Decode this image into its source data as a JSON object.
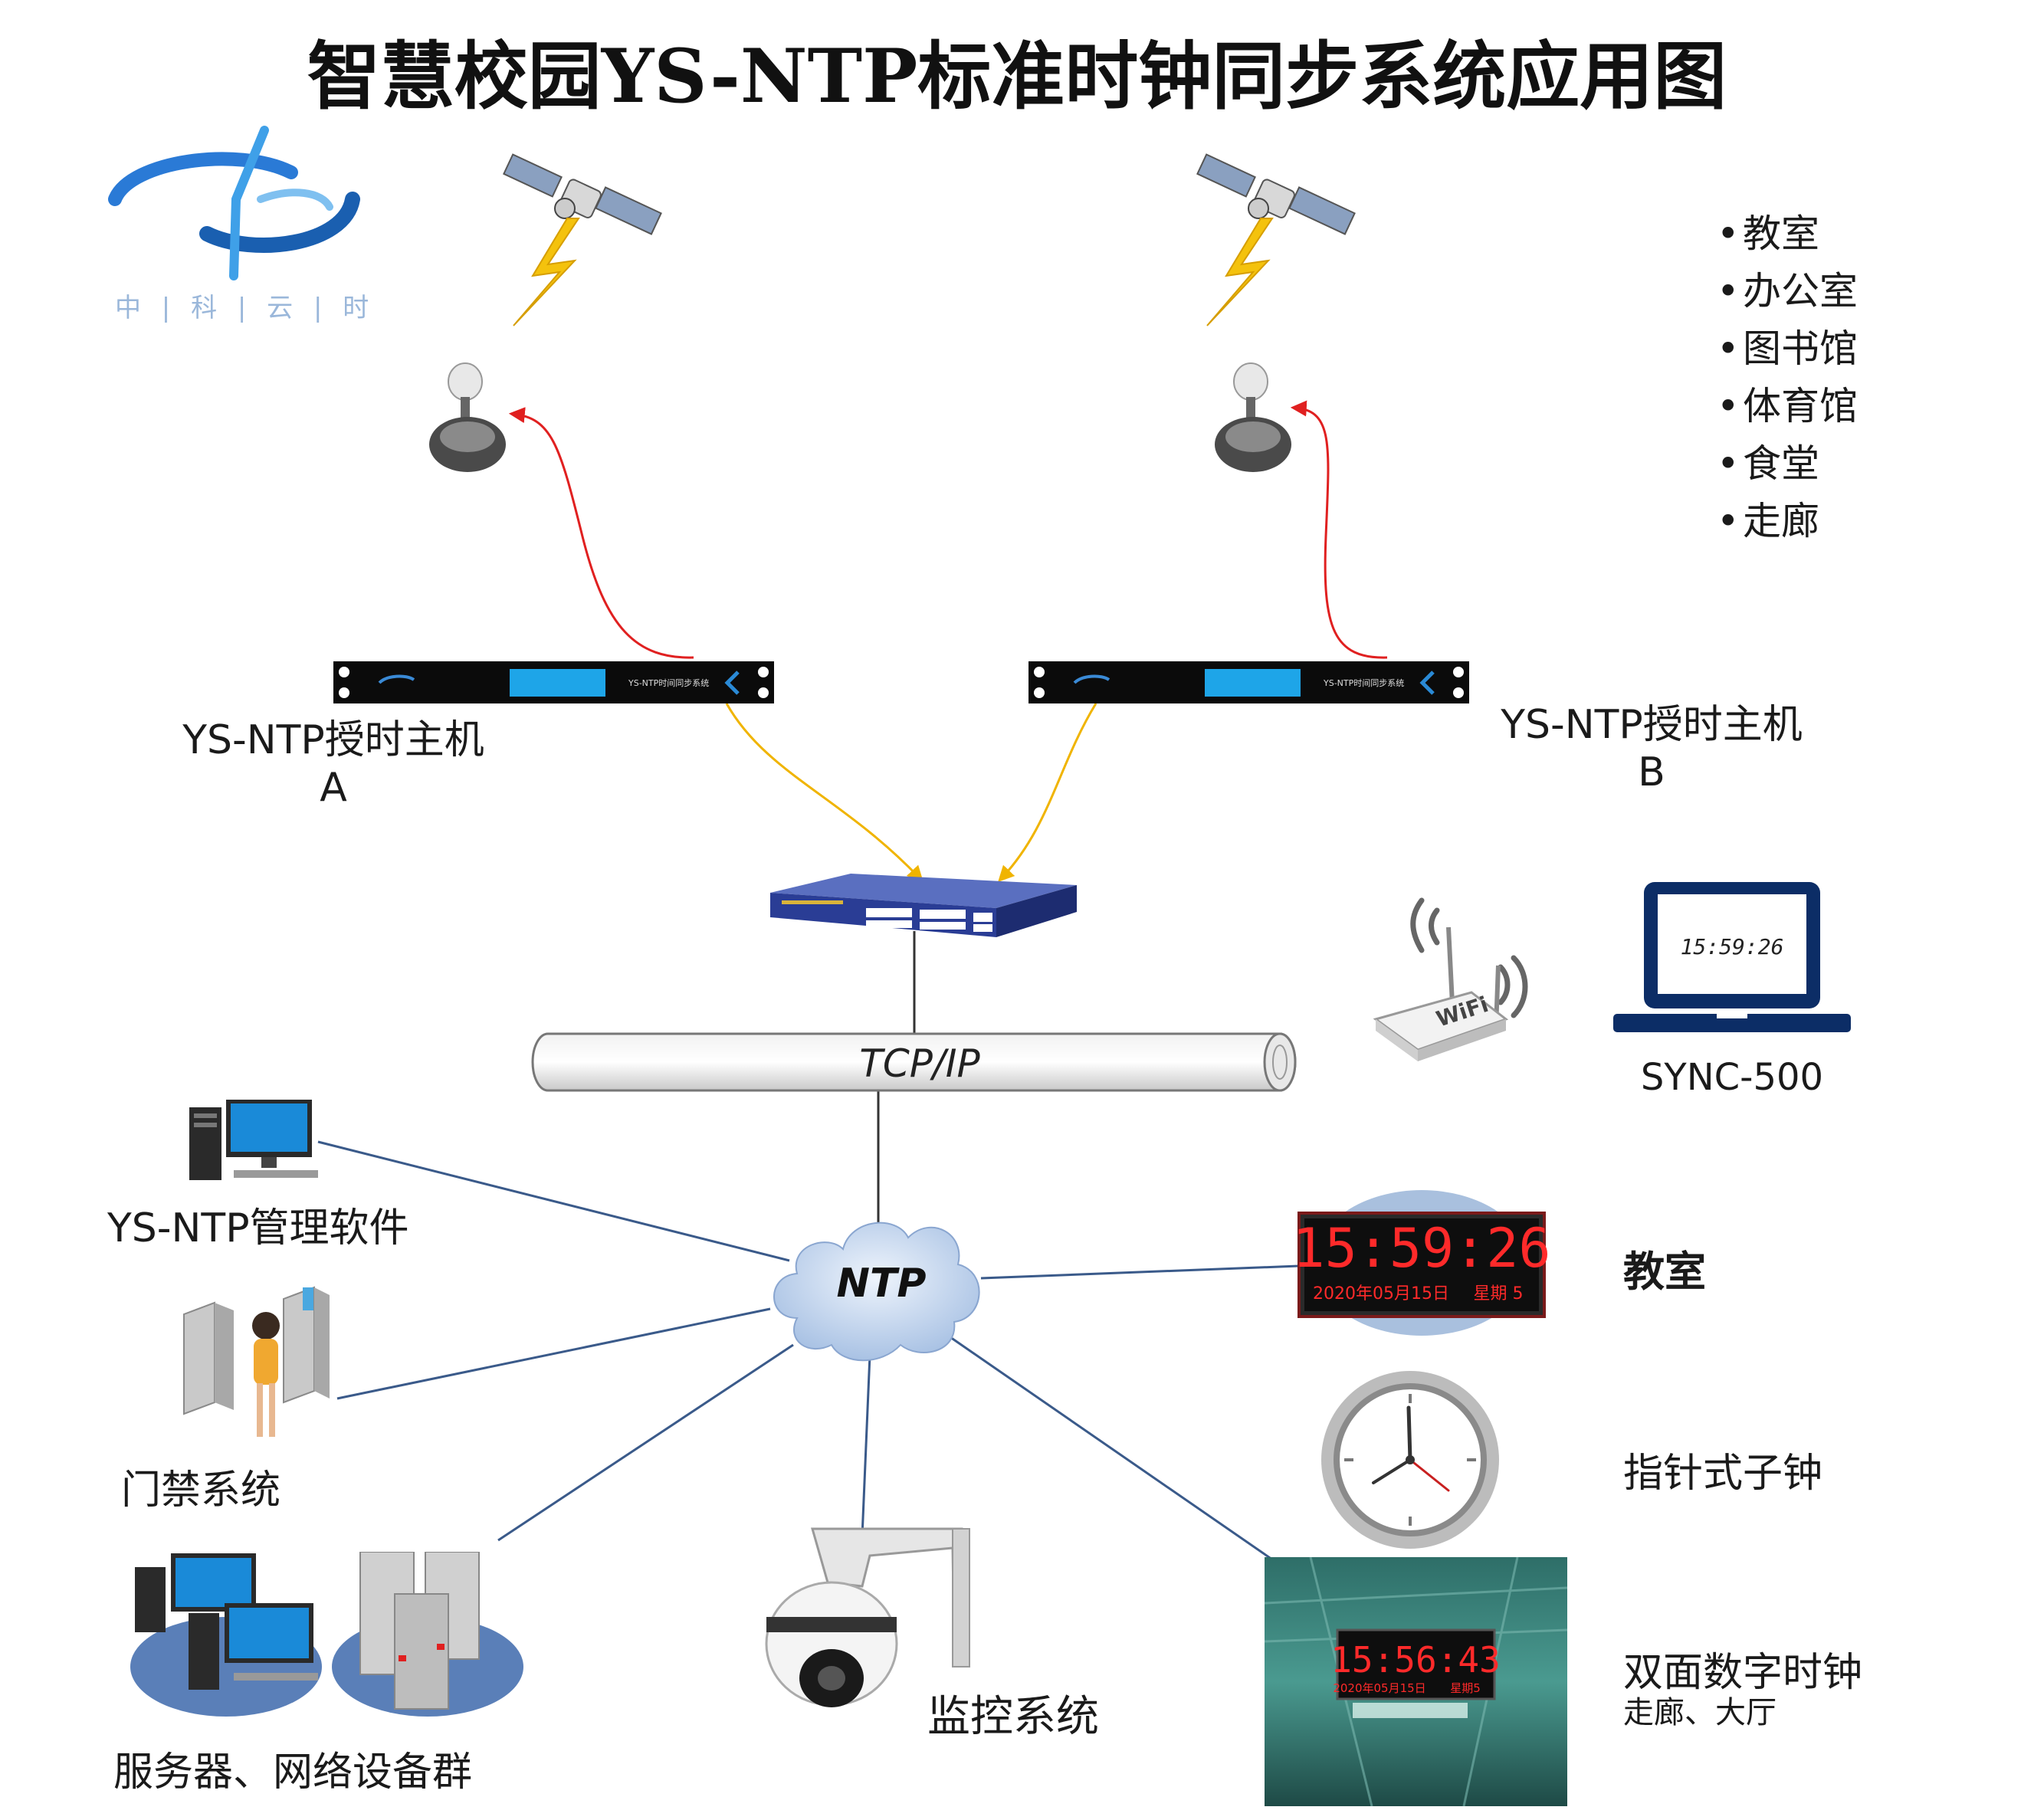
{
  "title": "智慧校园YS-NTP标准时钟同步系统应用图",
  "logo": {
    "text": "中 | 科 | 云 | 时"
  },
  "locations": [
    "教室",
    "办公室",
    "图书馆",
    "体育馆",
    "食堂",
    "走廊"
  ],
  "host_a": {
    "name": "YS-NTP授时主机",
    "suffix": "A",
    "panel_title": "YS-NTP时间同步系统"
  },
  "host_b": {
    "name": "YS-NTP授时主机",
    "suffix": "B",
    "panel_title": "YS-NTP时间同步系统"
  },
  "backbone": "TCP/IP",
  "protocol": "NTP",
  "laptop": {
    "screen_time": "15:59:26",
    "name": "SYNC-500"
  },
  "wifi": {
    "label": "WiFi"
  },
  "clients": {
    "software": "YS-NTP管理软件",
    "access": "门禁系统",
    "servers": "服务器、网络设备群",
    "monitor": "监控系统",
    "classroom": "教室",
    "analog": "指针式子钟",
    "double": "双面数字时钟",
    "double_sub": "走廊、大厅"
  },
  "digital_clock": {
    "time": "15:59:26",
    "date": "2020年05月15日",
    "week": "星期 5"
  },
  "double_clock": {
    "time": "15:56:43",
    "date": "2020年05月15日",
    "week": "星期5"
  },
  "colors": {
    "gps_link": "#e02020",
    "switch_link": "#f0b400",
    "network_link": "#3a5a8a",
    "led": "#ff2a2a"
  }
}
